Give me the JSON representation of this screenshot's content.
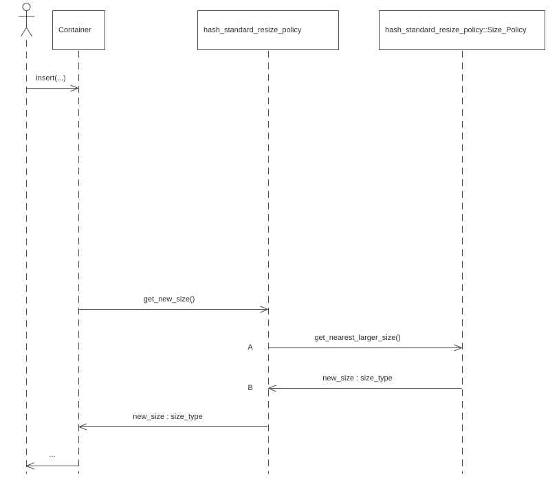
{
  "colors": {
    "background": "#ffffff",
    "line": "#4d4d4d",
    "text": "#333333"
  },
  "diagram": {
    "type": "uml-sequence",
    "participants": [
      {
        "label": "Container"
      },
      {
        "label": "hash_standard_resize_policy"
      },
      {
        "label": "hash_standard_resize_policy::Size_Policy"
      }
    ],
    "messages": [
      {
        "label": "insert(...)",
        "from": "actor",
        "to": "Container",
        "direction": "right"
      },
      {
        "label": "get_new_size()",
        "from": "Container",
        "to": "hash_standard_resize_policy",
        "direction": "right"
      },
      {
        "label": "get_nearest_larger_size()",
        "marker": "A",
        "from": "hash_standard_resize_policy",
        "to": "hash_standard_resize_policy::Size_Policy",
        "direction": "right"
      },
      {
        "label": "new_size : size_type",
        "marker": "B",
        "from": "hash_standard_resize_policy::Size_Policy",
        "to": "hash_standard_resize_policy",
        "direction": "left"
      },
      {
        "label": "new_size : size_type",
        "from": "hash_standard_resize_policy",
        "to": "Container",
        "direction": "left"
      },
      {
        "label": "...",
        "from": "Container",
        "to": "actor",
        "direction": "left"
      }
    ]
  }
}
